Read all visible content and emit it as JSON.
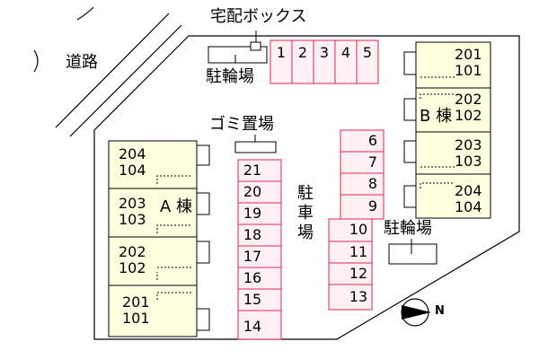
{
  "road_label": "道路",
  "delivery_box_label": "宅配ボックス",
  "bicycle_parking_top_label": "駐輪場",
  "bicycle_parking_right_label": "駐輪場",
  "garbage_label": "ゴミ置場",
  "parking_label": "駐車場",
  "building_a_label": "A 棟",
  "building_b_label": "B 棟",
  "compass_label": "N",
  "building_a_units": [
    {
      "upper": "204",
      "lower": "104"
    },
    {
      "upper": "203",
      "lower": "103"
    },
    {
      "upper": "202",
      "lower": "102"
    },
    {
      "upper": "201",
      "lower": "101"
    }
  ],
  "building_b_units": [
    {
      "upper": "201",
      "lower": "101"
    },
    {
      "upper": "202",
      "lower": "102"
    },
    {
      "upper": "203",
      "lower": "103"
    },
    {
      "upper": "204",
      "lower": "104"
    }
  ],
  "parking_top_row": [
    "1",
    "2",
    "3",
    "4",
    "5"
  ],
  "parking_left_column": [
    "21",
    "20",
    "19",
    "18",
    "17",
    "16",
    "15",
    "14"
  ],
  "parking_right_upper_column": [
    "6",
    "7",
    "8",
    "9"
  ],
  "parking_right_lower_column": [
    "10",
    "11",
    "12",
    "13"
  ],
  "colors": {
    "building_fill": "#ffffe0",
    "parking_stroke": "#e0245a",
    "parking_fill": "#fff0f3"
  }
}
